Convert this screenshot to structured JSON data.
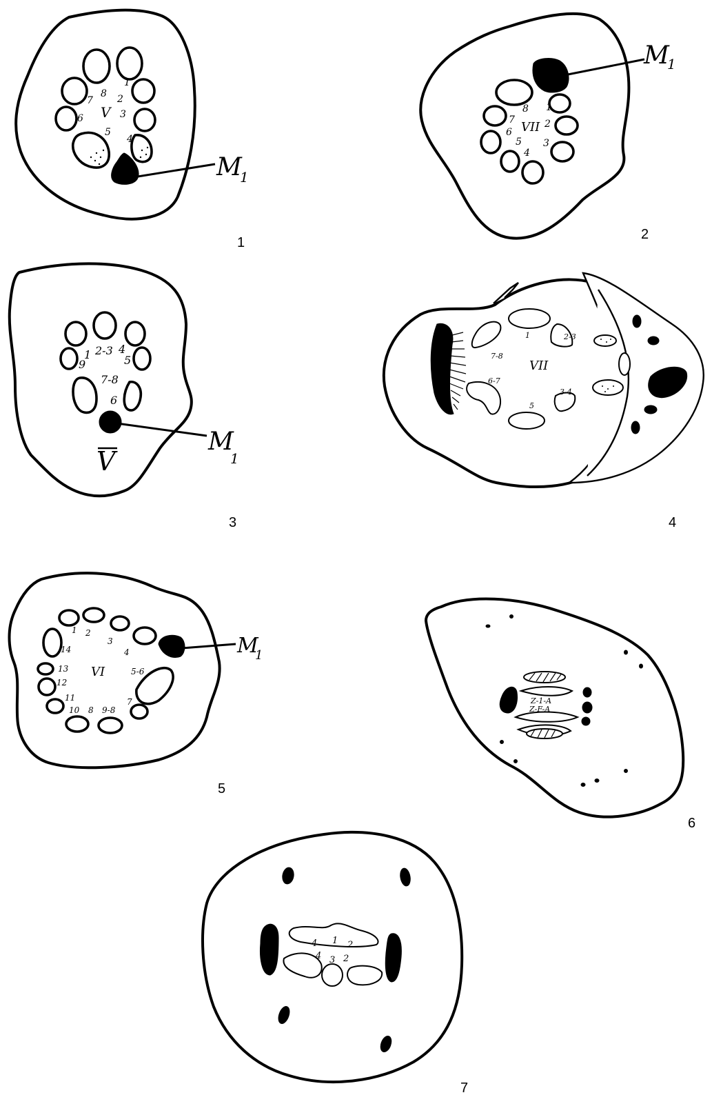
{
  "figures": [
    {
      "number": "1",
      "roman": "V",
      "marker": "M",
      "marker_sub": "1",
      "trace_labels": [
        "1",
        "2",
        "3",
        "4",
        "5",
        "6",
        "7",
        "8"
      ]
    },
    {
      "number": "2",
      "roman": "VII",
      "marker": "M",
      "marker_sub": "1",
      "trace_labels": [
        "1",
        "2",
        "3",
        "4",
        "5",
        "6",
        "7",
        "8"
      ]
    },
    {
      "number": "3",
      "roman": "V",
      "marker": "M",
      "marker_sub": "1",
      "trace_labels": [
        "1",
        "2-3",
        "4",
        "5",
        "6",
        "7-8",
        "9"
      ]
    },
    {
      "number": "4",
      "roman": "VII",
      "trace_labels": [
        "1",
        "2-3",
        "3-4",
        "5",
        "6-7",
        "7-8"
      ]
    },
    {
      "number": "5",
      "roman": "VI",
      "marker": "M",
      "marker_sub": "1",
      "trace_labels": [
        "1",
        "2",
        "3",
        "4",
        "5-6",
        "7",
        "9-8",
        "10",
        "11",
        "12",
        "13",
        "14",
        "8"
      ]
    },
    {
      "number": "6",
      "trace_labels": [
        "Z-1-A",
        "Z-F-A"
      ]
    },
    {
      "number": "7",
      "trace_labels": [
        "4",
        "1",
        "2",
        "4",
        "3",
        "2"
      ]
    }
  ]
}
